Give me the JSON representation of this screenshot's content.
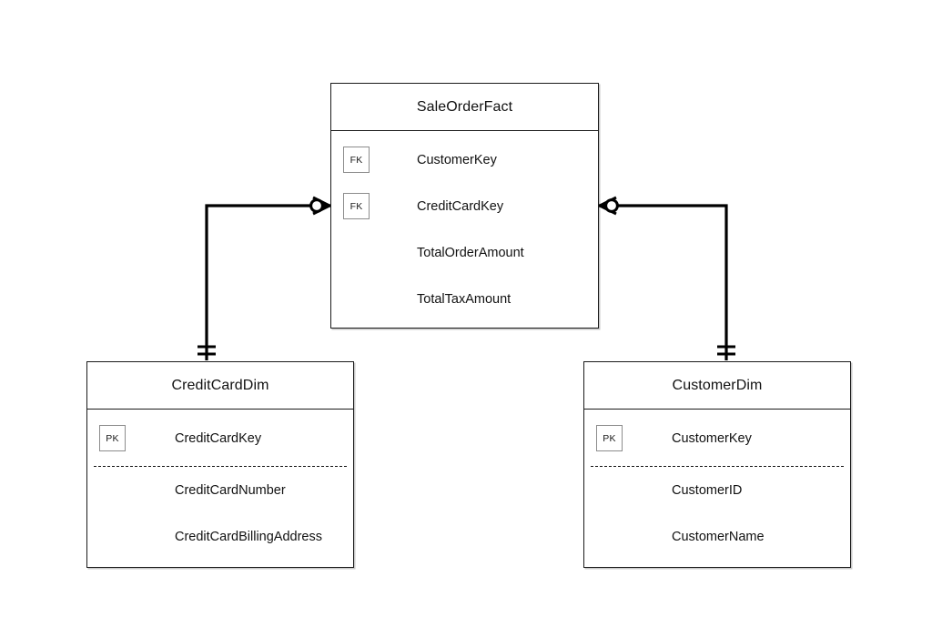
{
  "diagram": {
    "type": "entity-relationship-diagram",
    "notation": "crow's foot",
    "background_color": "#ffffff",
    "line_color": "#000000",
    "border_color": "#1a1a1a",
    "badge_border_color": "#8c8c8c"
  },
  "entities": [
    {
      "id": "sale-order-fact",
      "name": "SaleOrderFact",
      "role": "fact",
      "attributes": [
        {
          "name": "CustomerKey",
          "key": "FK"
        },
        {
          "name": "CreditCardKey",
          "key": "FK"
        },
        {
          "name": "TotalOrderAmount",
          "key": ""
        },
        {
          "name": "TotalTaxAmount",
          "key": ""
        }
      ],
      "has_dashed_separator": false
    },
    {
      "id": "credit-card-dim",
      "name": "CreditCardDim",
      "role": "dimension",
      "attributes": [
        {
          "name": "CreditCardKey",
          "key": "PK"
        },
        {
          "name": "CreditCardNumber",
          "key": ""
        },
        {
          "name": "CreditCardBillingAddress",
          "key": ""
        }
      ],
      "has_dashed_separator": true
    },
    {
      "id": "customer-dim",
      "name": "CustomerDim",
      "role": "dimension",
      "attributes": [
        {
          "name": "CustomerKey",
          "key": "PK"
        },
        {
          "name": "CustomerID",
          "key": ""
        },
        {
          "name": "CustomerName",
          "key": ""
        }
      ],
      "has_dashed_separator": true
    }
  ],
  "relationships": [
    {
      "id": "creditcarddim-to-saleorderfact",
      "from": "CreditCardDim",
      "to": "SaleOrderFact",
      "from_cardinality": "one and only one",
      "to_cardinality": "zero or many"
    },
    {
      "id": "customerdim-to-saleorderfact",
      "from": "CustomerDim",
      "to": "SaleOrderFact",
      "from_cardinality": "one and only one",
      "to_cardinality": "zero or many"
    }
  ],
  "badges": {
    "pk_label": "PK",
    "fk_label": "FK"
  }
}
